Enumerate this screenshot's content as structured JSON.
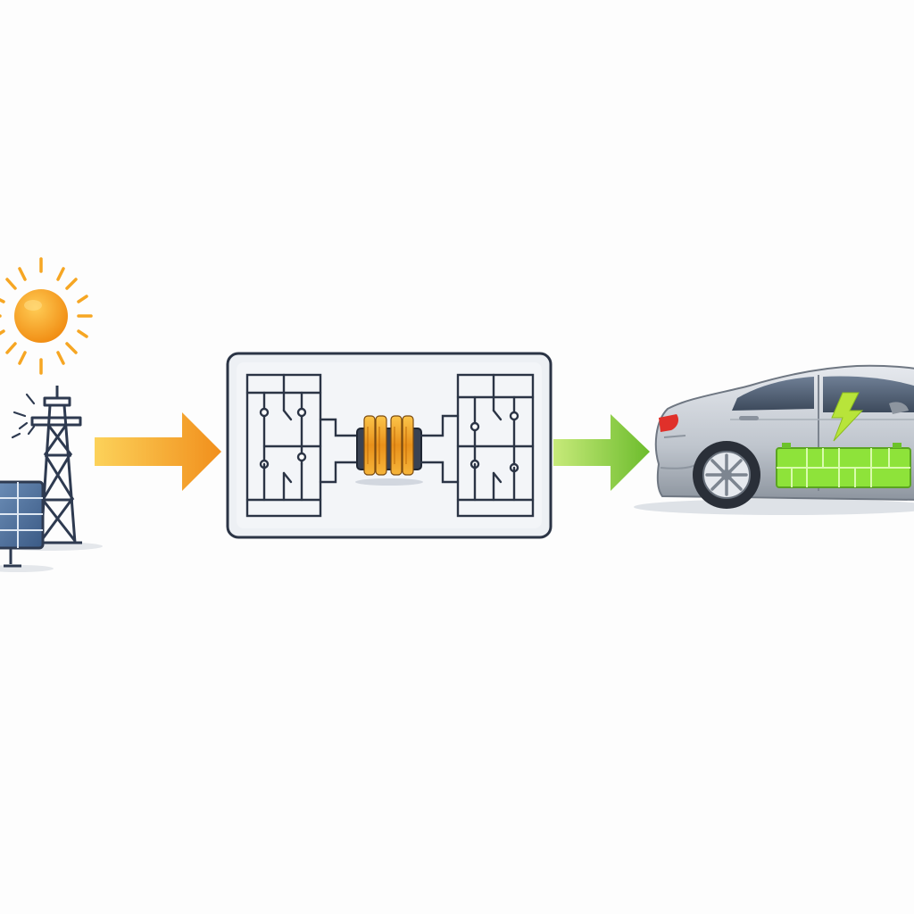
{
  "diagram": {
    "nodes": [
      {
        "id": "source",
        "parts": [
          "sun-icon",
          "transmission-tower-icon",
          "solar-panel-icon"
        ]
      },
      {
        "id": "converter",
        "parts": [
          "left-switch-bridge",
          "transformer-icon",
          "right-switch-bridge"
        ]
      },
      {
        "id": "vehicle",
        "parts": [
          "electric-car-icon",
          "battery-pack-icon",
          "lightning-bolt-icon"
        ]
      }
    ],
    "edges": [
      {
        "from": "source",
        "to": "converter",
        "color_start": "#fcd25a",
        "color_end": "#f18f1c"
      },
      {
        "from": "converter",
        "to": "vehicle",
        "color_start": "#c7ea7a",
        "color_end": "#6cbc2c"
      }
    ]
  },
  "colors": {
    "sun": "#f7a11a",
    "sun_rays": "#f6a623",
    "line_dark": "#2e3a50",
    "box_fill": "#edf0f4",
    "box_stroke": "#2b3445",
    "coil": "#f2a92a",
    "car_body": "#c7ccd3",
    "battery_green": "#8ee33a",
    "bolt": "#b8e43a"
  }
}
